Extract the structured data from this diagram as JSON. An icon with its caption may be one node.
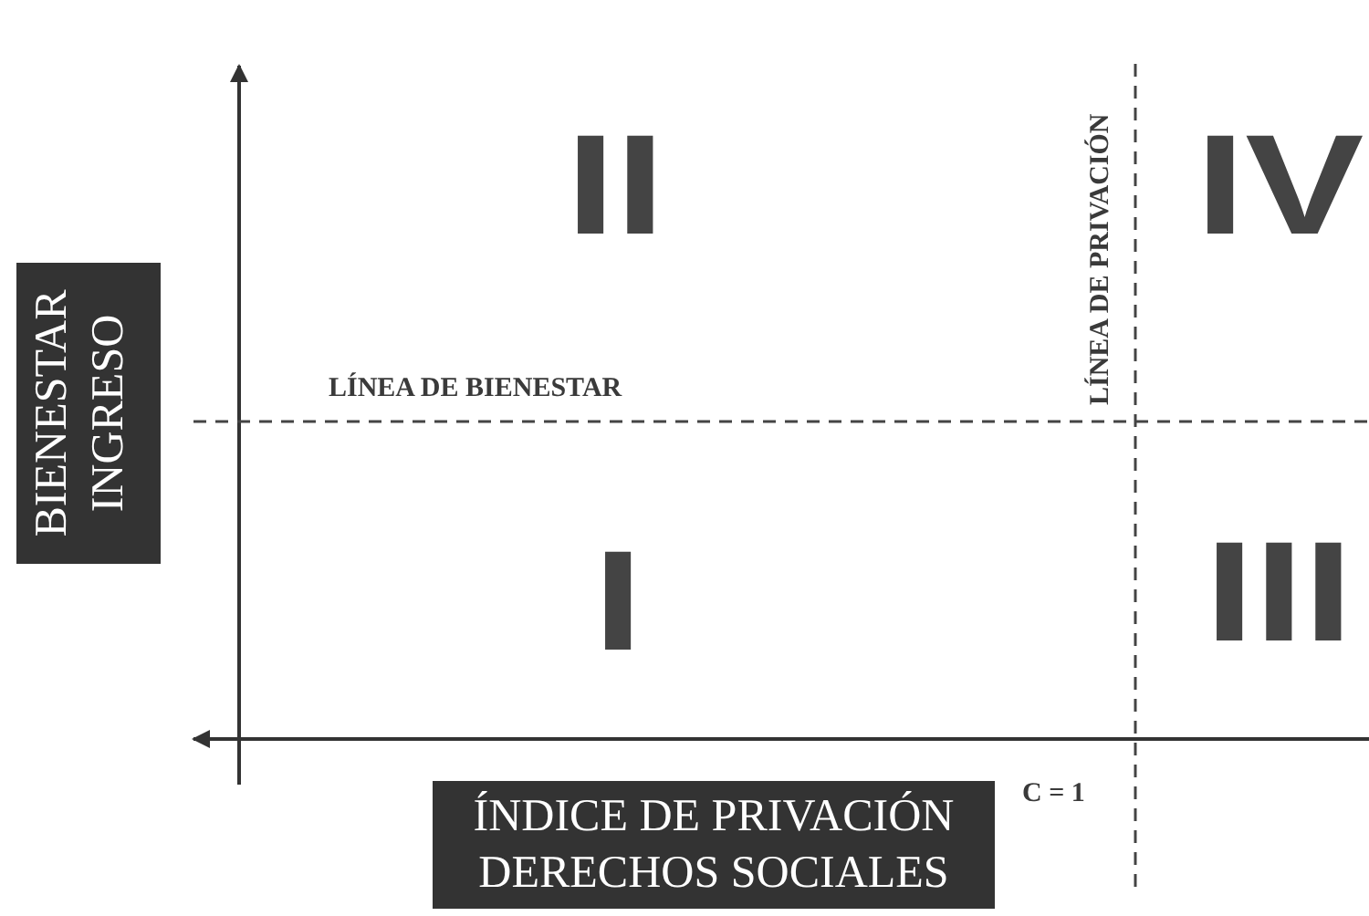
{
  "diagram": {
    "labels": [
      "LÍNEA DE PRIVACIÓN",
      "II",
      "IV",
      "LÍNEA DE BIENESTAR",
      "BIENESTAR INGRESO",
      "I",
      "III",
      "C = 1",
      "ÍNDICE DE PRIVACIÓN DERECHOS SOCIALES"
    ]
  }
}
